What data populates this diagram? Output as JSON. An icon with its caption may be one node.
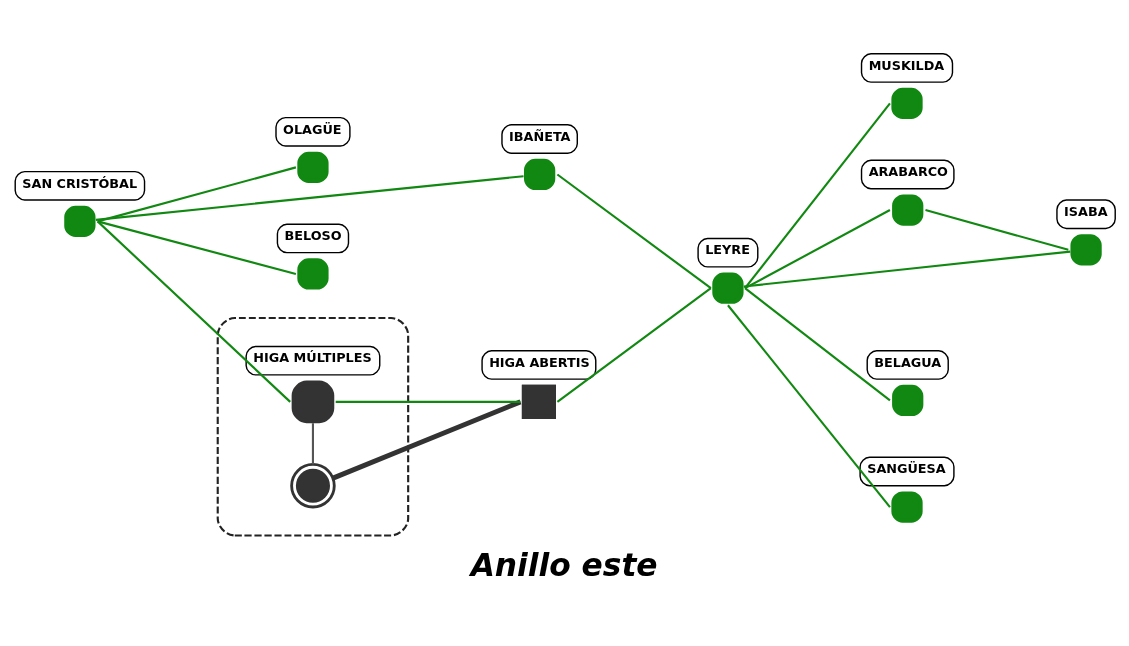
{
  "diagram": {
    "caption": "Anillo este",
    "nodes": [
      {
        "text": [
          "IBAÑETA"
        ]
      },
      {
        "text": [
          "OLAGÜE"
        ]
      },
      {
        "text": [
          "SAN CRISTÓBAL"
        ]
      },
      {
        "text": [
          "BELOSO"
        ]
      },
      {
        "text": [
          "MUSKILDA"
        ]
      },
      {
        "text": [
          "ARABARCO"
        ]
      },
      {
        "text": [
          "ISABA"
        ]
      },
      {
        "text": [
          "BELAGUA"
        ]
      },
      {
        "text": [],
        "shape": "box"
      },
      {
        "text": [],
        "shape": "circle",
        "in": 8
      },
      {
        "text": [
          "HIGA MÚLTIPLES"
        ],
        "in": 8
      },
      {
        "text": [
          "HIGA ABERTIS"
        ]
      },
      {
        "text": [
          "LEYRE"
        ]
      },
      {
        "text": [
          "SANGÜESA"
        ]
      }
    ],
    "edges": [
      {
        "from": 2,
        "to": 1,
        "arrow": "none"
      },
      {
        "from": 2,
        "to": 0,
        "arrow": "none"
      },
      {
        "from": 2,
        "to": 3,
        "arrow": "none"
      },
      {
        "from": 2,
        "to": 10,
        "arrow": "none"
      },
      {
        "from": 0,
        "to": 12,
        "arrow": "none"
      },
      {
        "from": 9,
        "to": 10,
        "arrow": "none",
        "color": "#555555"
      },
      {
        "from": 9,
        "to": 11,
        "arrow": "none",
        "style": "thick",
        "color": "#333333"
      },
      {
        "from": 10,
        "to": 11,
        "arrow": "none"
      },
      {
        "from": 11,
        "to": 12,
        "arrow": "none"
      },
      {
        "from": 12,
        "to": 4,
        "arrow": "none"
      },
      {
        "from": 12,
        "to": 5,
        "arrow": "none"
      },
      {
        "from": 5,
        "to": 6,
        "arrow": "none"
      },
      {
        "from": 12,
        "to": 6,
        "arrow": "none"
      },
      {
        "from": 12,
        "to": 7,
        "arrow": "none"
      },
      {
        "from": 12,
        "to": 13,
        "arrow": "none"
      }
    ]
  }
}
